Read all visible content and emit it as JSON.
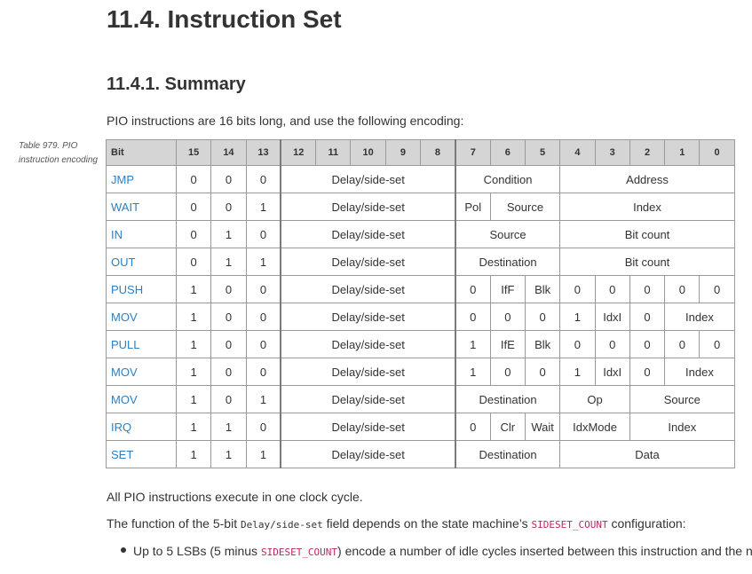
{
  "heading": "11.4. Instruction Set",
  "subheading": "11.4.1. Summary",
  "intro": "PIO instructions are 16 bits long, and use the following encoding:",
  "caption": "Table 979. PIO instruction encoding",
  "table": {
    "header": [
      "Bit",
      "15",
      "14",
      "13",
      "12",
      "11",
      "10",
      "9",
      "8",
      "7",
      "6",
      "5",
      "4",
      "3",
      "2",
      "1",
      "0"
    ],
    "rows": [
      {
        "name": "JMP",
        "cells": [
          {
            "t": "0",
            "s": 1
          },
          {
            "t": "0",
            "s": 1
          },
          {
            "t": "0",
            "s": 1
          },
          {
            "t": "Delay/side-set",
            "s": 5
          },
          {
            "t": "Condition",
            "s": 3
          },
          {
            "t": "Address",
            "s": 5
          }
        ]
      },
      {
        "name": "WAIT",
        "cells": [
          {
            "t": "0",
            "s": 1
          },
          {
            "t": "0",
            "s": 1
          },
          {
            "t": "1",
            "s": 1
          },
          {
            "t": "Delay/side-set",
            "s": 5
          },
          {
            "t": "Pol",
            "s": 1
          },
          {
            "t": "Source",
            "s": 2
          },
          {
            "t": "Index",
            "s": 5
          }
        ]
      },
      {
        "name": "IN",
        "cells": [
          {
            "t": "0",
            "s": 1
          },
          {
            "t": "1",
            "s": 1
          },
          {
            "t": "0",
            "s": 1
          },
          {
            "t": "Delay/side-set",
            "s": 5
          },
          {
            "t": "Source",
            "s": 3
          },
          {
            "t": "Bit count",
            "s": 5
          }
        ]
      },
      {
        "name": "OUT",
        "cells": [
          {
            "t": "0",
            "s": 1
          },
          {
            "t": "1",
            "s": 1
          },
          {
            "t": "1",
            "s": 1
          },
          {
            "t": "Delay/side-set",
            "s": 5
          },
          {
            "t": "Destination",
            "s": 3
          },
          {
            "t": "Bit count",
            "s": 5
          }
        ]
      },
      {
        "name": "PUSH",
        "cells": [
          {
            "t": "1",
            "s": 1
          },
          {
            "t": "0",
            "s": 1
          },
          {
            "t": "0",
            "s": 1
          },
          {
            "t": "Delay/side-set",
            "s": 5
          },
          {
            "t": "0",
            "s": 1
          },
          {
            "t": "IfF",
            "s": 1
          },
          {
            "t": "Blk",
            "s": 1
          },
          {
            "t": "0",
            "s": 1
          },
          {
            "t": "0",
            "s": 1
          },
          {
            "t": "0",
            "s": 1
          },
          {
            "t": "0",
            "s": 1
          },
          {
            "t": "0",
            "s": 1
          }
        ]
      },
      {
        "name": "MOV",
        "cells": [
          {
            "t": "1",
            "s": 1
          },
          {
            "t": "0",
            "s": 1
          },
          {
            "t": "0",
            "s": 1
          },
          {
            "t": "Delay/side-set",
            "s": 5
          },
          {
            "t": "0",
            "s": 1
          },
          {
            "t": "0",
            "s": 1
          },
          {
            "t": "0",
            "s": 1
          },
          {
            "t": "1",
            "s": 1
          },
          {
            "t": "IdxI",
            "s": 1
          },
          {
            "t": "0",
            "s": 1
          },
          {
            "t": "Index",
            "s": 2
          }
        ]
      },
      {
        "name": "PULL",
        "cells": [
          {
            "t": "1",
            "s": 1
          },
          {
            "t": "0",
            "s": 1
          },
          {
            "t": "0",
            "s": 1
          },
          {
            "t": "Delay/side-set",
            "s": 5
          },
          {
            "t": "1",
            "s": 1
          },
          {
            "t": "IfE",
            "s": 1
          },
          {
            "t": "Blk",
            "s": 1
          },
          {
            "t": "0",
            "s": 1
          },
          {
            "t": "0",
            "s": 1
          },
          {
            "t": "0",
            "s": 1
          },
          {
            "t": "0",
            "s": 1
          },
          {
            "t": "0",
            "s": 1
          }
        ]
      },
      {
        "name": "MOV",
        "cells": [
          {
            "t": "1",
            "s": 1
          },
          {
            "t": "0",
            "s": 1
          },
          {
            "t": "0",
            "s": 1
          },
          {
            "t": "Delay/side-set",
            "s": 5
          },
          {
            "t": "1",
            "s": 1
          },
          {
            "t": "0",
            "s": 1
          },
          {
            "t": "0",
            "s": 1
          },
          {
            "t": "1",
            "s": 1
          },
          {
            "t": "IdxI",
            "s": 1
          },
          {
            "t": "0",
            "s": 1
          },
          {
            "t": "Index",
            "s": 2
          }
        ]
      },
      {
        "name": "MOV",
        "cells": [
          {
            "t": "1",
            "s": 1
          },
          {
            "t": "0",
            "s": 1
          },
          {
            "t": "1",
            "s": 1
          },
          {
            "t": "Delay/side-set",
            "s": 5
          },
          {
            "t": "Destination",
            "s": 3
          },
          {
            "t": "Op",
            "s": 2
          },
          {
            "t": "Source",
            "s": 3
          }
        ]
      },
      {
        "name": "IRQ",
        "cells": [
          {
            "t": "1",
            "s": 1
          },
          {
            "t": "1",
            "s": 1
          },
          {
            "t": "0",
            "s": 1
          },
          {
            "t": "Delay/side-set",
            "s": 5
          },
          {
            "t": "0",
            "s": 1
          },
          {
            "t": "Clr",
            "s": 1
          },
          {
            "t": "Wait",
            "s": 1
          },
          {
            "t": "IdxMode",
            "s": 2
          },
          {
            "t": "Index",
            "s": 3
          }
        ]
      },
      {
        "name": "SET",
        "cells": [
          {
            "t": "1",
            "s": 1
          },
          {
            "t": "1",
            "s": 1
          },
          {
            "t": "1",
            "s": 1
          },
          {
            "t": "Delay/side-set",
            "s": 5
          },
          {
            "t": "Destination",
            "s": 3
          },
          {
            "t": "Data",
            "s": 5
          }
        ]
      }
    ]
  },
  "para1": "All PIO instructions execute in one clock cycle.",
  "para2": {
    "pre": "The function of the 5-bit ",
    "code1": "Delay/side-set",
    "mid": " field depends on the state machine’s ",
    "code2": "SIDESET_COUNT",
    "post": " configuration:"
  },
  "bullet1": {
    "pre": "Up to 5 LSBs (5 minus ",
    "code": "SIDESET_COUNT",
    "post": ") encode a number of idle cycles inserted between this instruction and the next."
  }
}
